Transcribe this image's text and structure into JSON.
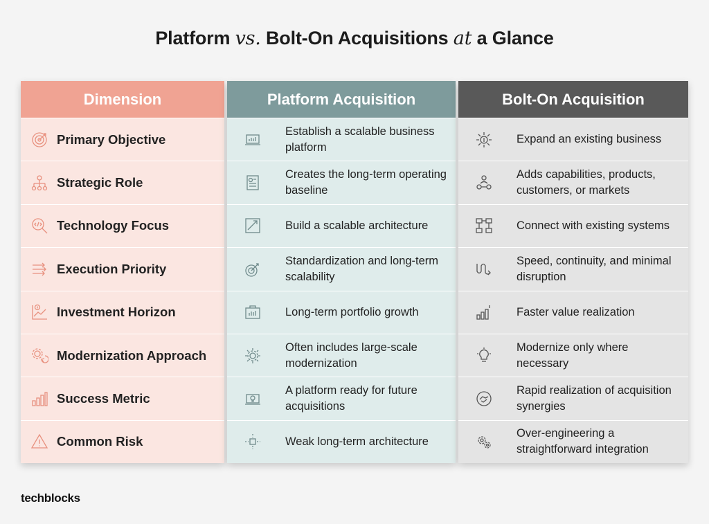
{
  "title": {
    "part1": "Platform",
    "vs": "vs.",
    "part2": "Bolt-On Acquisitions",
    "at": "at",
    "part3": "a Glance"
  },
  "headers": {
    "dimension": "Dimension",
    "platform": "Platform Acquisition",
    "bolt_on": "Bolt-On Acquisition"
  },
  "colors": {
    "dimension_header": "#f0a393",
    "platform_header": "#7e9b9c",
    "bolt_on_header": "#595959",
    "dimension_body": "#fbe6e1",
    "platform_body": "#dfeceb",
    "bolt_on_body": "#e4e4e4"
  },
  "rows": [
    {
      "dimension": "Primary Objective",
      "dim_icon": "target-icon",
      "platform": "Establish a scalable business platform",
      "platform_icon": "laptop-chart-icon",
      "bolt_on": "Expand an existing business",
      "bolt_icon": "dollar-expand-icon"
    },
    {
      "dimension": "Strategic Role",
      "dim_icon": "org-chart-icon",
      "platform": "Creates the long-term operating baseline",
      "platform_icon": "document-settings-icon",
      "bolt_on": "Adds capabilities, products, customers, or markets",
      "bolt_icon": "person-network-icon"
    },
    {
      "dimension": "Technology Focus",
      "dim_icon": "magnifier-code-icon",
      "platform": "Build a scalable architecture",
      "platform_icon": "growth-arrow-icon",
      "bolt_on": "Connect with existing systems",
      "bolt_icon": "connected-systems-icon"
    },
    {
      "dimension": "Execution Priority",
      "dim_icon": "arrows-right-icon",
      "platform": "Standardization and long-term scalability",
      "platform_icon": "target-arrow-icon",
      "bolt_on": "Speed, continuity, and minimal disruption",
      "bolt_icon": "wave-arrow-icon"
    },
    {
      "dimension": "Investment Horizon",
      "dim_icon": "dollar-trend-icon",
      "platform": "Long-term portfolio growth",
      "platform_icon": "briefcase-chart-icon",
      "bolt_on": "Faster value realization",
      "bolt_icon": "bar-growth-icon"
    },
    {
      "dimension": "Modernization Approach",
      "dim_icon": "gear-cycle-icon",
      "platform": "Often includes large-scale modernization",
      "platform_icon": "gear-network-icon",
      "bolt_on": "Modernize only where necessary",
      "bolt_icon": "lightbulb-icon"
    },
    {
      "dimension": "Success Metric",
      "dim_icon": "bar-chart-icon",
      "platform": "A platform ready for future acquisitions",
      "platform_icon": "laptop-idea-icon",
      "bolt_on": "Rapid realization of acquisition synergies",
      "bolt_icon": "handshake-icon"
    },
    {
      "dimension": "Common Risk",
      "dim_icon": "warning-icon",
      "platform": "Weak long-term architecture",
      "platform_icon": "broken-network-icon",
      "bolt_on": "Over-engineering a straightforward integration",
      "bolt_icon": "gears-icon"
    }
  ],
  "logo": "techblocks"
}
